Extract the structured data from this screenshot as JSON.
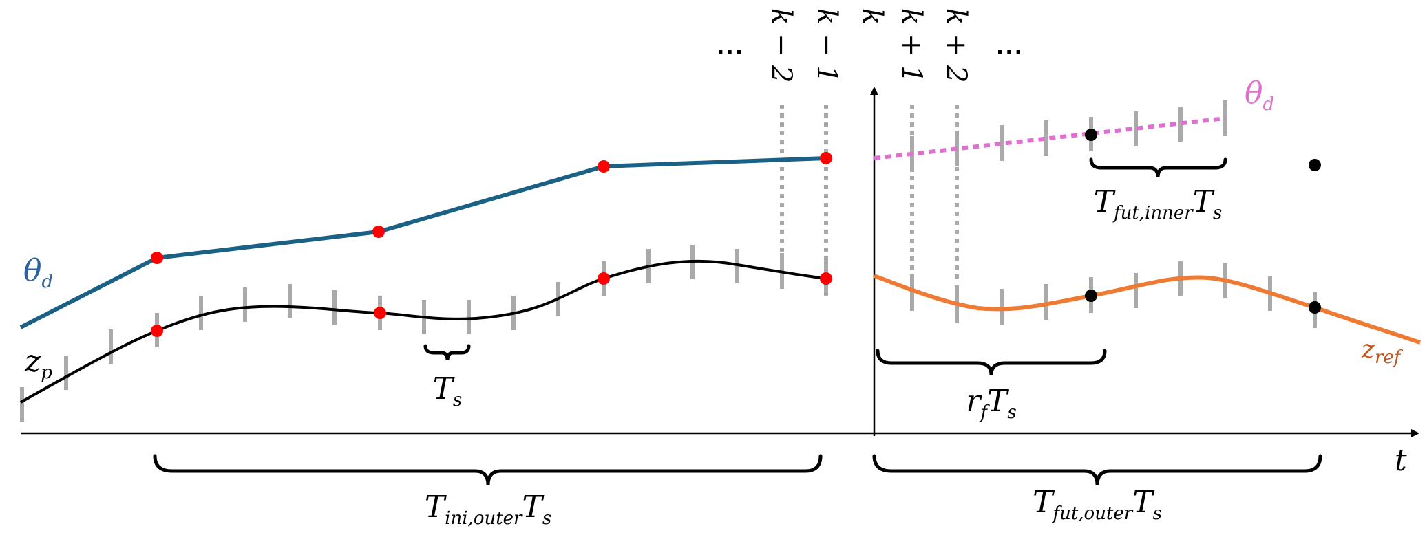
{
  "diagram": {
    "colors": {
      "theta_past": "#1a6185",
      "theta_future": "#e070d0",
      "z_ref": "#ef7a33",
      "z_ref_label": "#c4561c",
      "z_p": "#000000",
      "sample_dot": "#ff0000",
      "future_dot": "#000000",
      "tick": "#aaaaaa",
      "theta_label": "#2b62a0"
    },
    "axis": {
      "time_label": "t"
    },
    "top_labels": {
      "dots_left": "⋯",
      "k_minus_2": "k − 2",
      "k_minus_1": "k − 1",
      "k": "k",
      "k_plus_1": "k + 1",
      "k_plus_2": "k + 2",
      "dots_right": "⋯"
    },
    "curves": {
      "theta_d_left_label": {
        "main": "θ",
        "sub": "d"
      },
      "theta_d_right_label": {
        "main": "θ",
        "sub": "d"
      },
      "z_p_label": {
        "main": "z",
        "sub": "p"
      },
      "z_ref_label": {
        "main": "z",
        "sub": "ref"
      }
    },
    "braces": {
      "ts": {
        "main": "T",
        "sub": "s"
      },
      "rf_ts": {
        "pre": "r",
        "pre_sub": "f",
        "main": "T",
        "sub": "s"
      },
      "t_fut_inner": {
        "main": "T",
        "sub": "fut,inner",
        "main2": "T",
        "sub2": "s"
      },
      "t_ini_outer": {
        "main": "T",
        "sub": "ini,outer",
        "main2": "T",
        "sub2": "s"
      },
      "t_fut_outer": {
        "main": "T",
        "sub": "fut,outer",
        "main2": "T",
        "sub2": "s"
      }
    }
  }
}
